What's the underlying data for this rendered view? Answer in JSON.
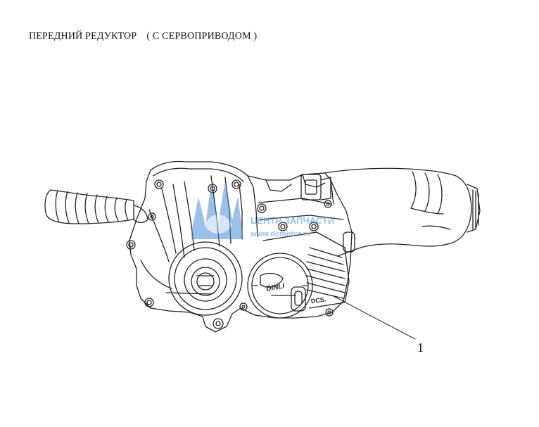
{
  "title": {
    "main": "ПЕРЕДНИЙ РЕДУКТОР",
    "sub": "( С СЕРВОПРИВОДОМ )"
  },
  "callouts": [
    {
      "number": "1"
    }
  ],
  "part_markings": {
    "cover_logo": "DINLI",
    "dcs_label": "DCS."
  },
  "watermark": {
    "line1": "ЦЕНТР ЗАПЧАСТИ",
    "line2": "www.dcmotor.ru",
    "color": "#4a90d9"
  },
  "colors": {
    "line": "#222222",
    "watermark": "#4a90d9"
  }
}
